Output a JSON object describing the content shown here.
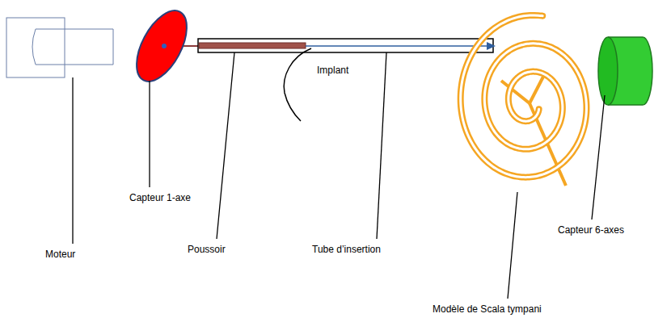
{
  "diagram": {
    "labels": [
      "Moteur",
      "Capteur 1-axe",
      "Poussoir",
      "Implant",
      "Tube d’insertion",
      "Modèle de Scala tympani",
      "Capteur 6-axes"
    ]
  }
}
